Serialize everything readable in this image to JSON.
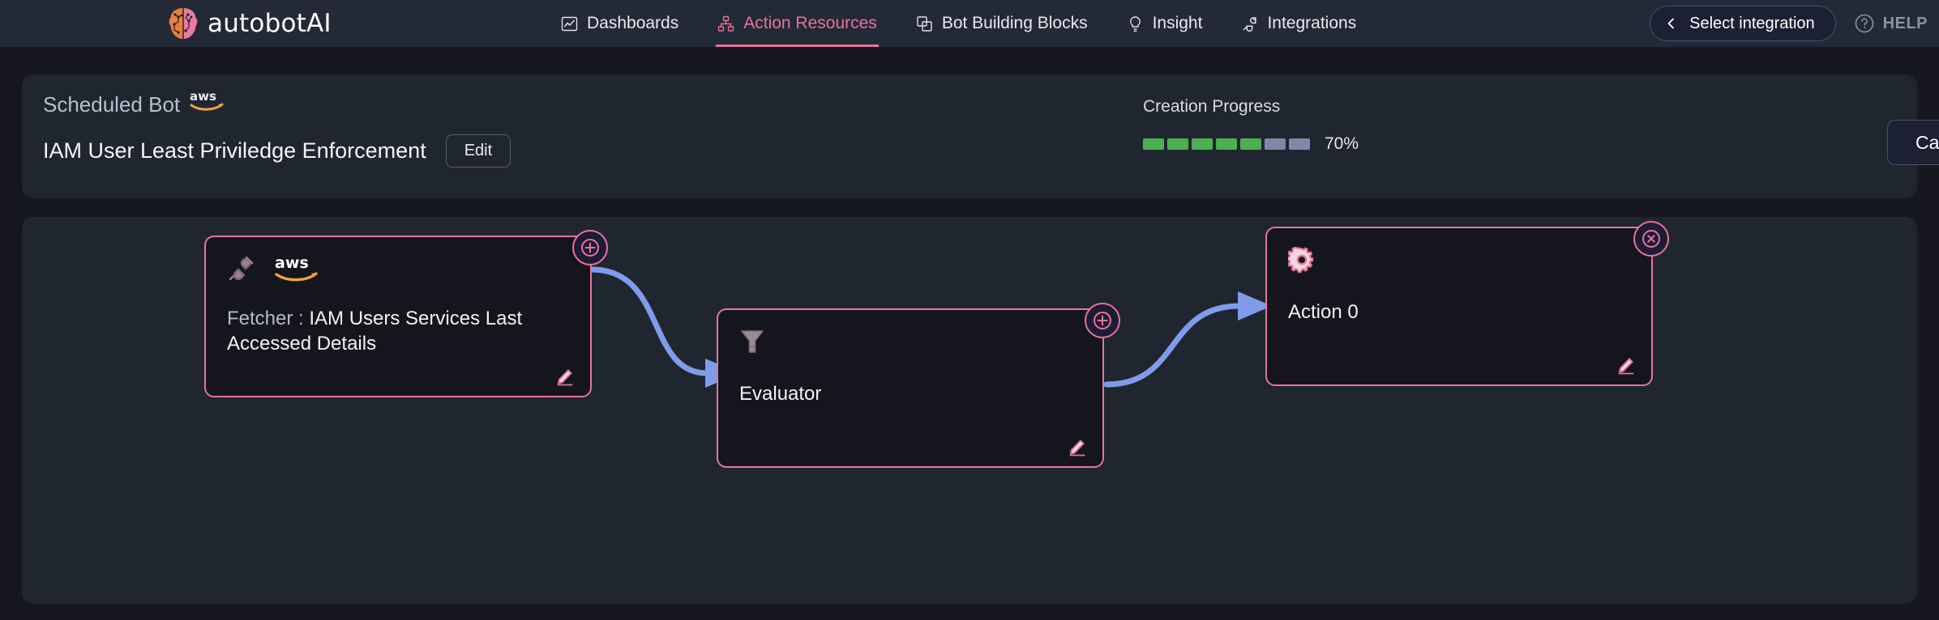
{
  "topbar": {
    "brand": {
      "name": "autobotAI",
      "logo_icon": "brain-logo-icon"
    },
    "nav": [
      {
        "label": "Dashboards",
        "icon": "chart-square-icon",
        "active": false
      },
      {
        "label": "Action Resources",
        "icon": "sitemap-icon",
        "active": true
      },
      {
        "label": "Bot Building Blocks",
        "icon": "blocks-icon",
        "active": false
      },
      {
        "label": "Insight",
        "icon": "lightbulb-icon",
        "active": false
      },
      {
        "label": "Integrations",
        "icon": "plug-icon",
        "active": false
      }
    ],
    "select_integration": {
      "label": "Select integration",
      "icon": "chevron-left-icon"
    },
    "help": {
      "label": "HELP",
      "icon": "question-circle-icon"
    }
  },
  "header": {
    "bot_kind": "Scheduled Bot",
    "provider_icon": "aws-logo-icon",
    "bot_title": "IAM User Least Priviledge Enforcement",
    "edit_label": "Edit",
    "cancel_label": "Cancel",
    "progress": {
      "label": "Creation Progress",
      "percent_text": "70%",
      "segments_total": 7,
      "segments_filled": 5,
      "filled_color": "#4caf50",
      "empty_color": "#7f88a8"
    }
  },
  "flow": {
    "nodes": [
      {
        "id": "fetcher",
        "icon": "plug-icon",
        "provider_icon": "aws-logo-icon",
        "label_prefix": "Fetcher : ",
        "label": "IAM Users Services Last Accessed Details",
        "edit_icon": "pencil-icon",
        "port_icon": "plus-circle-icon"
      },
      {
        "id": "evaluator",
        "icon": "funnel-icon",
        "label": "Evaluator",
        "edit_icon": "pencil-icon",
        "port_icon": "plus-circle-icon"
      },
      {
        "id": "action-0",
        "icon": "gear-icon",
        "label": "Action 0",
        "edit_icon": "pencil-icon",
        "port_icon": "close-circle-icon"
      }
    ],
    "edge_color": "#7f9ceb",
    "node_border_color": "#e8739b"
  }
}
